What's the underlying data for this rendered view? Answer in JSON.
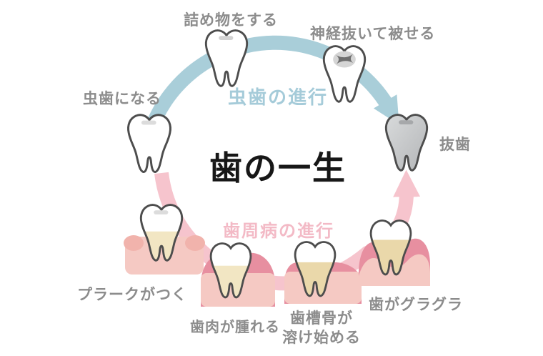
{
  "title": "歯の一生",
  "flows": {
    "decay": {
      "label": "虫歯の進行",
      "color": "#a9ced9"
    },
    "perio": {
      "label": "歯周病の進行",
      "color": "#f6c4cd"
    }
  },
  "stages": {
    "cavity_forms": {
      "label": "虫歯になる"
    },
    "filling": {
      "label": "詰め物をする"
    },
    "root_canal_crown": {
      "label": "神経抜いて被せる"
    },
    "extraction": {
      "label": "抜歯"
    },
    "plaque": {
      "label": "プラークがつく"
    },
    "swollen_gums": {
      "label": "歯肉が腫れる"
    },
    "bone_loss": {
      "lines": [
        "歯槽骨が",
        "溶け始める"
      ]
    },
    "loose_tooth": {
      "label": "歯がグラグラ"
    }
  },
  "colors": {
    "decay_arrow": "#a9ced9",
    "perio_arrow": "#f6c4cd",
    "tooth_outline": "#4d4d4d",
    "extracted_tooth": "#c3c5c7",
    "gum_light": "#f5c9c3",
    "gum_swollen": "#e78fa0",
    "plaque_yellow": "#f2e6c3",
    "root_tan": "#ead8aa",
    "label_text": "#8c8c8c",
    "title_text": "#171717"
  }
}
